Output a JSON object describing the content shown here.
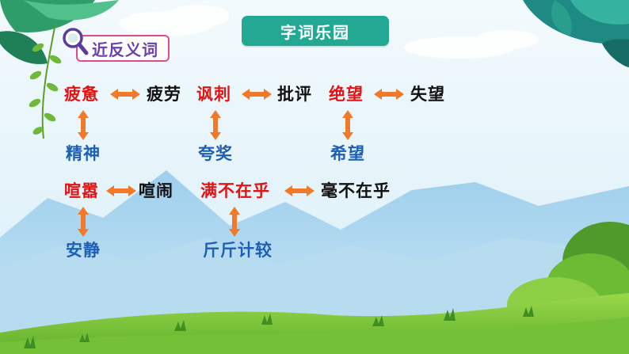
{
  "title": "字词乐园",
  "section_label": "近反义词",
  "colors": {
    "accent_teal": "#23a894",
    "keyword_red": "#e11414",
    "synonym_black": "#111111",
    "antonym_blue": "#1d5fb6",
    "arrow_orange": "#f07a2a"
  },
  "groups": [
    {
      "word": "疲惫",
      "synonym": "疲劳",
      "antonym": "精神"
    },
    {
      "word": "讽刺",
      "synonym": "批评",
      "antonym": "夸奖"
    },
    {
      "word": "绝望",
      "synonym": "失望",
      "antonym": "希望"
    },
    {
      "word": "喧嚣",
      "synonym": "喧闹",
      "antonym": "安静"
    },
    {
      "word": "满不在乎",
      "synonym": "毫不在乎",
      "antonym": "斤斤计较"
    }
  ]
}
